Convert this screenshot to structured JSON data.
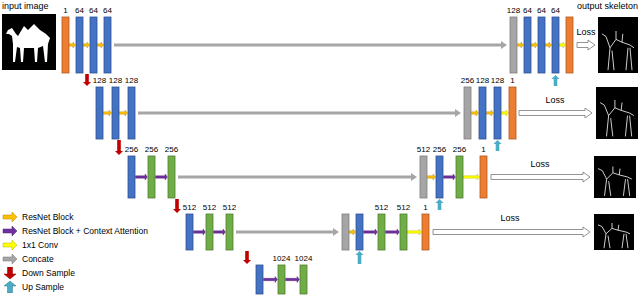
{
  "diagram": {
    "labels": [
      "input image",
      "output skeleton",
      "1",
      "64",
      "64",
      "64",
      "128",
      "64",
      "64",
      "64",
      "Loss",
      "128",
      "128",
      "128",
      "256",
      "128",
      "128",
      "1",
      "Loss",
      "256",
      "256",
      "256",
      "512",
      "256",
      "256",
      "1",
      "Loss",
      "512",
      "512",
      "512",
      "512",
      "512",
      "1",
      "Loss",
      "1024",
      "1024"
    ],
    "legend": [
      {
        "text": "ResNet Block",
        "color": "#FFC000"
      },
      {
        "text": "ResNet Block + Context Attention",
        "color": "#7030A0"
      },
      {
        "text": "1x1 Conv",
        "color": "#FFFF00"
      },
      {
        "text": "Concate",
        "color": "#A6A6A6"
      },
      {
        "text": "Down Sample",
        "color": "#C00000"
      },
      {
        "text": "Up Sample",
        "color": "#4BACC6"
      }
    ]
  }
}
